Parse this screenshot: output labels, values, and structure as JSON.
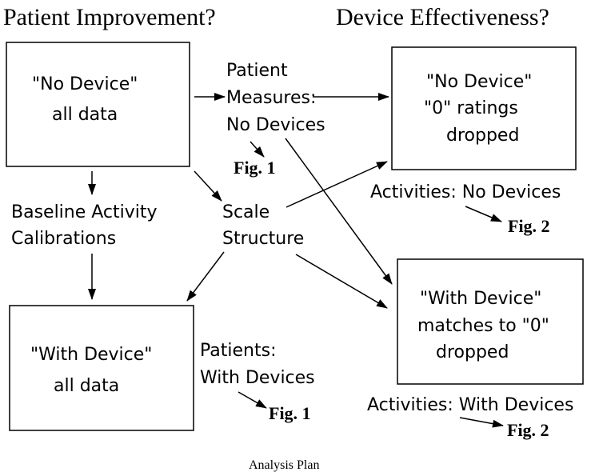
{
  "headings": {
    "left": "Patient Improvement?",
    "right": "Device Effectiveness?"
  },
  "boxes": {
    "no_device_all": [
      "\"No Device\"",
      "all data"
    ],
    "with_device_all": [
      "\"With Device\"",
      "all data"
    ],
    "no_device_dropped": [
      "\"No Device\"",
      "\"0\" ratings",
      "dropped"
    ],
    "with_device_dropped": [
      "\"With Device\"",
      "matches to \"0\"",
      "dropped"
    ]
  },
  "labels": {
    "patient_measures": [
      "Patient",
      "Measures:",
      "No Devices"
    ],
    "baseline": [
      "Baseline Activity",
      "Calibrations"
    ],
    "scale_structure": [
      "Scale",
      "Structure"
    ],
    "patients_with": [
      "Patients:",
      "With Devices"
    ],
    "activities_no": "Activities: No Devices",
    "activities_with": "Activities: With Devices"
  },
  "figs": {
    "fig1_top": "Fig. 1",
    "fig1_bottom": "Fig. 1",
    "fig2_top": "Fig. 2",
    "fig2_bottom": "Fig. 2"
  },
  "caption": "Analysis Plan"
}
